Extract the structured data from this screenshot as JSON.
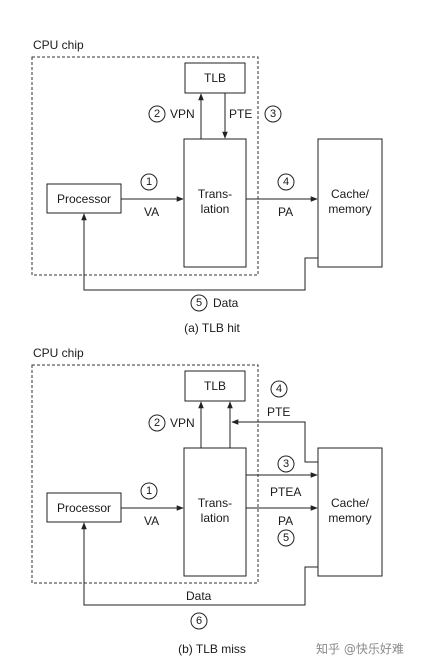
{
  "hit": {
    "chip_label": "CPU chip",
    "tlb": "TLB",
    "processor": "Processor",
    "translation_line1": "Trans-",
    "translation_line2": "lation",
    "cache_line1": "Cache/",
    "cache_line2": "memory",
    "steps": [
      {
        "num": "1",
        "label": "VA"
      },
      {
        "num": "2",
        "label": "VPN"
      },
      {
        "num": "3",
        "label": "PTE"
      },
      {
        "num": "4",
        "label": "PA"
      },
      {
        "num": "5",
        "label": "Data"
      }
    ],
    "caption": "(a) TLB hit"
  },
  "miss": {
    "chip_label": "CPU chip",
    "tlb": "TLB",
    "processor": "Processor",
    "translation_line1": "Trans-",
    "translation_line2": "lation",
    "cache_line1": "Cache/",
    "cache_line2": "memory",
    "steps": [
      {
        "num": "1",
        "label": "VA"
      },
      {
        "num": "2",
        "label": "VPN"
      },
      {
        "num": "3",
        "label": "PTEA"
      },
      {
        "num": "4",
        "label": "PTE"
      },
      {
        "num": "5",
        "label": "PA"
      },
      {
        "num": "6",
        "label": "Data"
      }
    ],
    "caption": "(b) TLB miss"
  },
  "watermark": "知乎 @快乐好难"
}
